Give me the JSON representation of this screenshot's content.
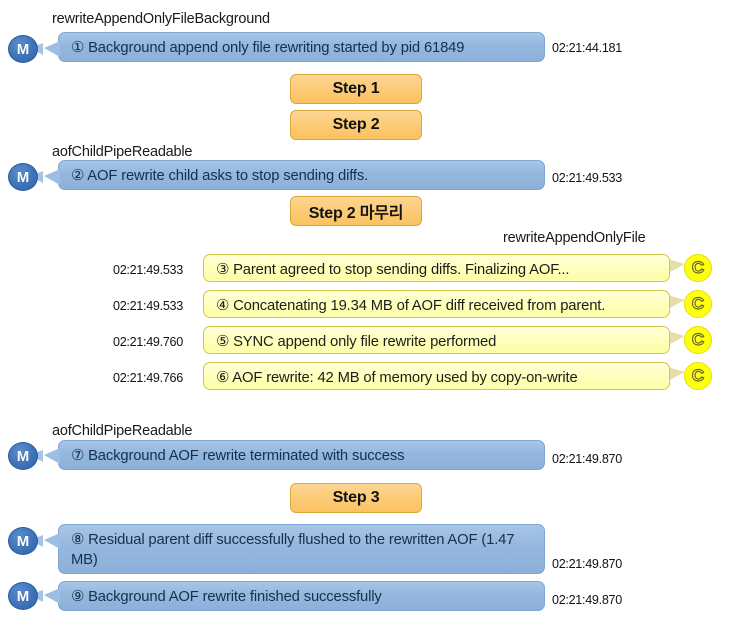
{
  "diagram": {
    "title": "Redis AOF background rewrite sequence log",
    "colors": {
      "bubble_blue": "#94b7de",
      "bubble_yellow": "#ffffb8",
      "avatar_blue": "#3f72b8",
      "avatar_yellow": "#ffff12",
      "step_button": "#fcca74",
      "step_button_border": "#d9a93a",
      "background": "#ffffff"
    },
    "group_labels": [
      {
        "id": "label-1",
        "text": "rewriteAppendOnlyFileBackground"
      },
      {
        "id": "label-2",
        "text": "aofChildPipeReadable"
      },
      {
        "id": "label-3",
        "text": "rewriteAppendOnlyFile"
      },
      {
        "id": "label-4",
        "text": "aofChildPipeReadable"
      }
    ],
    "avatars": {
      "main_letter": "M",
      "child_letter": "C"
    },
    "messages": [
      {
        "id": "msg-1",
        "side": "left",
        "avatar": "M",
        "number": "①",
        "text": "① Background append only file rewriting started by pid 61849",
        "timestamp": "02:21:44.181"
      },
      {
        "id": "msg-2",
        "side": "left",
        "avatar": "M",
        "number": "②",
        "text": "② AOF rewrite child asks to stop sending diffs.",
        "timestamp": "02:21:49.533"
      },
      {
        "id": "msg-3",
        "side": "right",
        "avatar": "C",
        "number": "③",
        "text": "③ Parent agreed to stop sending diffs. Finalizing  AOF...",
        "timestamp": "02:21:49.533"
      },
      {
        "id": "msg-4",
        "side": "right",
        "avatar": "C",
        "number": "④",
        "text": "④ Concatenating 19.34 MB of AOF diff received from parent.",
        "timestamp": "02:21:49.533"
      },
      {
        "id": "msg-5",
        "side": "right",
        "avatar": "C",
        "number": "⑤",
        "text": "⑤ SYNC append only file rewrite performed",
        "timestamp": "02:21:49.760"
      },
      {
        "id": "msg-6",
        "side": "right",
        "avatar": "C",
        "number": "⑥",
        "text": "⑥ AOF rewrite: 42 MB of memory used by copy-on-write",
        "timestamp": "02:21:49.766"
      },
      {
        "id": "msg-7",
        "side": "left",
        "avatar": "M",
        "number": "⑦",
        "text": "⑦ Background AOF rewrite terminated with success",
        "timestamp": "02:21:49.870"
      },
      {
        "id": "msg-8",
        "side": "left",
        "avatar": "M",
        "number": "⑧",
        "text": "⑧ Residual parent diff successfully flushed to the rewritten AOF (1.47 MB)",
        "timestamp": "02:21:49.870"
      },
      {
        "id": "msg-9",
        "side": "left",
        "avatar": "M",
        "number": "⑨",
        "text": "⑨ Background AOF rewrite finished successfully",
        "timestamp": "02:21:49.870"
      }
    ],
    "step_buttons": [
      {
        "id": "step-1",
        "label": "Step 1"
      },
      {
        "id": "step-2",
        "label": "Step 2"
      },
      {
        "id": "step-2-end",
        "label": "Step 2 마무리"
      },
      {
        "id": "step-3",
        "label": "Step 3"
      }
    ]
  }
}
